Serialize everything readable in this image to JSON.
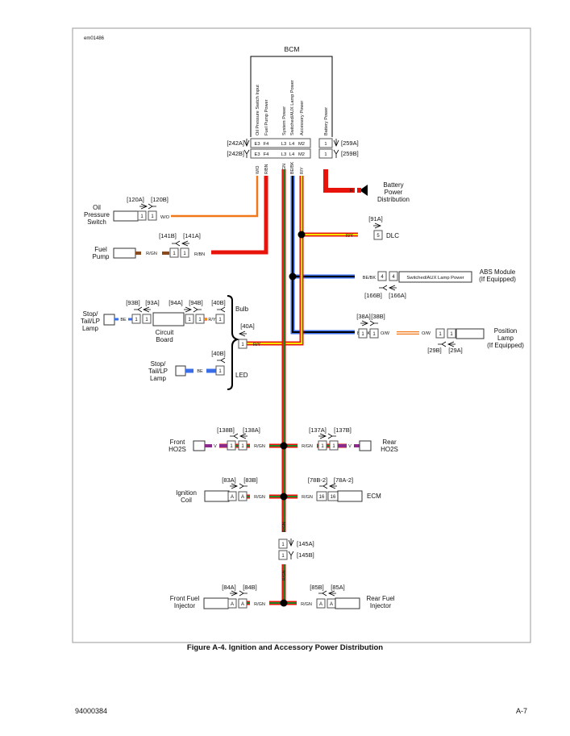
{
  "figure_id": "em01486",
  "caption": "Figure A-4. Ignition and Accessory Power Distribution",
  "footer": {
    "doc_number": "94000384",
    "page": "A-7"
  },
  "colors": {
    "red": "#e8140c",
    "green": "#1f8a2a",
    "brown": "#8b4a1c",
    "orange": "#f07818",
    "white": "#ffffff",
    "yellow": "#f5e400",
    "blue": "#3a6ee8",
    "black": "#000000",
    "violet": "#8a2a8c"
  },
  "bcm": {
    "title": "BCM",
    "pins": [
      {
        "label": "Oil Pressure Switch Input",
        "pin": "E3",
        "wire": "W/O"
      },
      {
        "label": "Fuel Pump Power",
        "pin": "F4",
        "wire": "R/BN"
      },
      {
        "label": "System Power",
        "pin": "L3",
        "wire": "R/GN"
      },
      {
        "label": "Switched/AUX Lamp Power",
        "pin": "L4",
        "wire": "BE/BK"
      },
      {
        "label": "Accessory Power",
        "pin": "M2",
        "wire": "R/Y"
      },
      {
        "label": "Battery Power",
        "pin": "1",
        "wire": "R"
      }
    ],
    "connectors": {
      "left_a": "[242A]",
      "left_b": "[242B]",
      "right_a": "[259A]",
      "right_b": "[259B]"
    }
  },
  "components": {
    "battery": {
      "label_lines": [
        "Battery",
        "Power",
        "Distribution"
      ],
      "wire": "R"
    },
    "oil_switch": {
      "label_lines": [
        "Oil",
        "Pressure",
        "Switch"
      ],
      "conn_a": "[120A]",
      "conn_b": "[120B]",
      "pin": "1",
      "wire": "W/O"
    },
    "fuel_pump": {
      "label_lines": [
        "Fuel",
        "Pump"
      ],
      "conn_a": "[141B]",
      "conn_b": "[141A]",
      "pin": "1",
      "wire_left": "R/GN",
      "wire_right": "R/BN"
    },
    "dlc": {
      "label": "DLC",
      "conn": "[91A]",
      "pin": "5",
      "wire": "R/Y"
    },
    "abs": {
      "label_lines": [
        "ABS Module",
        "(If Equipped)"
      ],
      "inner": "Switched/AUX Lamp Power",
      "conn_a": "[166B]",
      "conn_b": "[166A]",
      "pin": "4",
      "wire": "BE/BK"
    },
    "position_lamp": {
      "label_lines": [
        "Position",
        "Lamp",
        "(If Equipped)"
      ],
      "conn_a": "[38A]",
      "conn_b": "[38B]",
      "conn_c": "[29B]",
      "conn_d": "[29A]",
      "pin": "1",
      "wire_in": "BE/BK",
      "wire_out": "O/W"
    },
    "stop_lamp_bulb": {
      "label_lines": [
        "Stop/",
        "Tail/LP",
        "Lamp"
      ],
      "wire": "BE",
      "conns": [
        "[93B]",
        "[93A]",
        "[94A]",
        "[94B]",
        "[40B]"
      ],
      "circuit_board": [
        "Circuit",
        "Board"
      ],
      "wire_out": "R/Y",
      "pin": "1",
      "bracket_label": "Bulb"
    },
    "stop_lamp_led": {
      "label_lines": [
        "Stop/",
        "Tail/LP",
        "Lamp"
      ],
      "wire": "BE",
      "conn": "[40B]",
      "pin": "1",
      "bracket_label": "LED"
    },
    "conn_40a": {
      "conn": "[40A]",
      "pin": "1",
      "wire": "R/Y"
    },
    "front_ho2s": {
      "label_lines": [
        "Front",
        "HO2S"
      ],
      "conn_a": "[138B]",
      "conn_b": "[138A]",
      "pin": "1",
      "wire_left": "V",
      "wire_right": "R/GN"
    },
    "rear_ho2s": {
      "label_lines": [
        "Rear",
        "HO2S"
      ],
      "conn_a": "[137A]",
      "conn_b": "[137B]",
      "pin": "1",
      "wire_left": "R/GN",
      "wire_right": "V"
    },
    "ignition_coil": {
      "label_lines": [
        "Ignition",
        "Coil"
      ],
      "conn_a": "[83A]",
      "conn_b": "[83B]",
      "pin": "A",
      "wire": "R/GN"
    },
    "ecm": {
      "label": "ECM",
      "conn_a": "[78B-2]",
      "conn_b": "[78A-2]",
      "pin": "16",
      "wire": "R/GN"
    },
    "inline_145": {
      "conn_a": "[145A]",
      "conn_b": "[145B]",
      "pin": "1",
      "wire": "R/GN"
    },
    "front_injector": {
      "label_lines": [
        "Front Fuel",
        "Injector"
      ],
      "conn_a": "[84A]",
      "conn_b": "[84B]",
      "pin": "A",
      "wire": "R/GN"
    },
    "rear_injector": {
      "label_lines": [
        "Rear Fuel",
        "Injector"
      ],
      "conn_a": "[85B]",
      "conn_b": "[85A]",
      "pin": "A",
      "wire": "R/GN"
    }
  }
}
